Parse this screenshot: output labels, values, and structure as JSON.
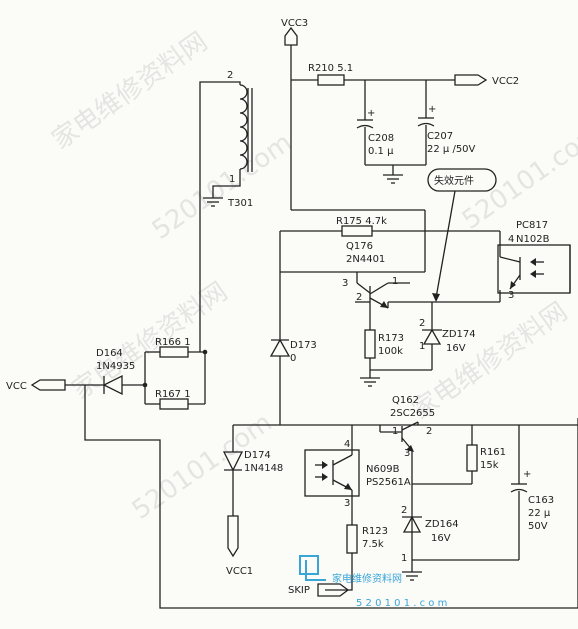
{
  "nets": {
    "vcc3": "VCC3",
    "vcc2": "VCC2",
    "vcc": "VCC",
    "vcc1": "VCC1",
    "skip": "SKIP"
  },
  "callout": "失效元件",
  "transformer": {
    "ref": "T301",
    "pin1": "1",
    "pin2": "2"
  },
  "components": {
    "r210": "R210  5.1",
    "c208_ref": "C208",
    "c208_val": "0.1 μ",
    "c207_ref": "C207",
    "c207_val": "22 μ /50V",
    "r175": "R175  4.7k",
    "q176_ref": "Q176",
    "q176_part": "2N4401",
    "pc817_ref": "PC817",
    "pc817_part": "N102B",
    "pc817_pin4": "4",
    "pc817_pin3": "3",
    "q176_pin3": "3",
    "q176_pin2": "2",
    "q176_pin1": "1",
    "r173_ref": "R173",
    "r173_val": "100k",
    "zd174_ref": "ZD174",
    "zd174_val": "16V",
    "zd174_pin2": "2",
    "zd174_pin1": "1",
    "d173_ref": "D173",
    "d173_val": "0",
    "d164_ref": "D164",
    "d164_part": "1N4935",
    "r166": "R166  1",
    "r167": "R167  1",
    "d174_ref": "D174",
    "d174_part": "1N4148",
    "q162_ref": "Q162",
    "q162_part": "2SC2655",
    "q162_pin1": "1",
    "q162_pin2": "2",
    "q162_pin3": "3",
    "n609b_ref": "N609B",
    "n609b_part": "PS2561A",
    "n609b_pin4": "4",
    "n609b_pin3": "3",
    "r161_ref": "R161",
    "r161_val": "15k",
    "c163_ref": "C163",
    "c163_val1": "22 μ",
    "c163_val2": "50V",
    "zd164_ref": "ZD164",
    "zd164_val": "16V",
    "zd164_pin2": "2",
    "zd164_pin1": "1",
    "r123_ref": "R123",
    "r123_val": "7.5k"
  },
  "watermark": {
    "text1": "家电维修资料网",
    "text2": "520101.com",
    "logo_text": "家电维修资料网",
    "logo_url": "5 2 0 1 0 1 . c o m"
  },
  "colors": {
    "logo": "#3aa6d8",
    "ink": "#222222"
  }
}
